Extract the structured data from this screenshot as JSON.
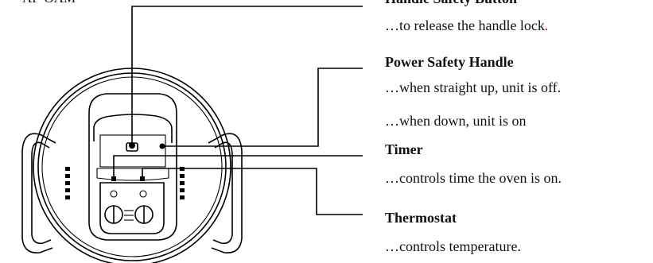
{
  "top_left_partial_label": "AP-OAM",
  "callouts": [
    {
      "heading": "Handle Safety Button",
      "lines": [
        {
          "text": "…to release the handle lock",
          "suffix": "."
        }
      ]
    },
    {
      "heading": "Power Safety Handle",
      "lines": [
        {
          "text": "…when straight up, unit is off."
        },
        {
          "text": "…when down, unit is on"
        }
      ]
    },
    {
      "heading": "Timer",
      "lines": [
        {
          "text": "…controls time the oven is on."
        }
      ]
    },
    {
      "heading": "Thermostat",
      "lines": [
        {
          "text": "…controls temperature."
        }
      ]
    }
  ],
  "colors": {
    "line": "#000000",
    "text": "#111111",
    "period_accent": "#dd1111"
  }
}
